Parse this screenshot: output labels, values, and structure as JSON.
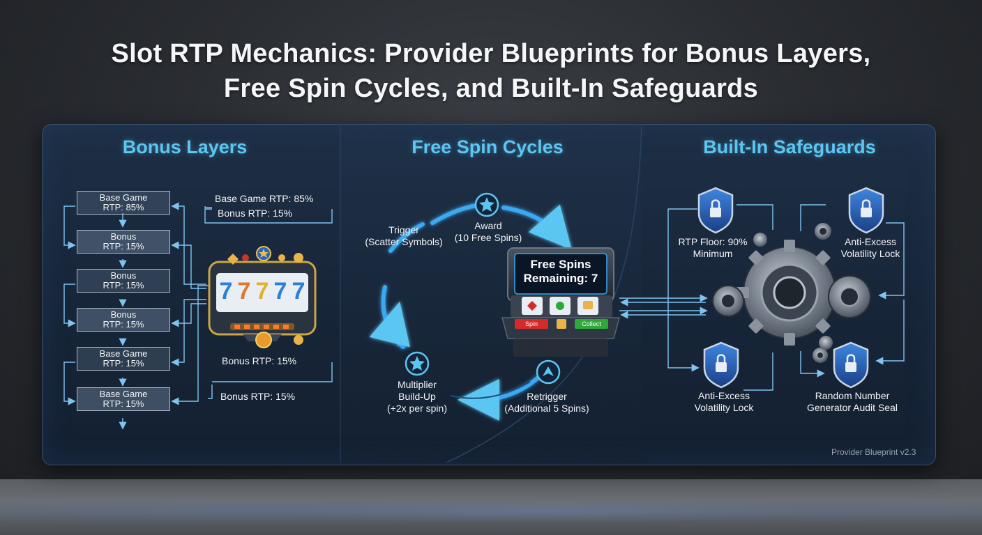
{
  "title_line1": "Slot RTP Mechanics: Provider Blueprints for Bonus Layers,",
  "title_line2": "Free Spin Cycles, and Built-In Safeguards",
  "sections": {
    "bonus": "Bonus Layers",
    "freespin": "Free Spin Cycles",
    "safeguards": "Built-In Safeguards"
  },
  "layers": [
    {
      "l1": "Base Game",
      "l2": "RTP: 85%"
    },
    {
      "l1": "Bonus",
      "l2": "RTP: 15%"
    },
    {
      "l1": "Bonus",
      "l2": "RTP: 15%"
    },
    {
      "l1": "Bonus",
      "l2": "RTP: 15%"
    },
    {
      "l1": "Base Game",
      "l2": "RTP: 15%"
    },
    {
      "l1": "Base Game",
      "l2": "RTP: 15%"
    }
  ],
  "bonus_labels": {
    "top1": "Base Game RTP: 85%",
    "top2": "Bonus RTP: 15%",
    "mid": "Bonus RTP: 15%",
    "bottom": "Bonus RTP: 15%"
  },
  "slot_reels": [
    "7",
    "7",
    "7",
    "7",
    "7"
  ],
  "cycle": {
    "trigger": {
      "l1": "Trigger",
      "l2": "(Scatter Symbols)"
    },
    "award": {
      "l1": "Award",
      "l2": "(10 Free Spins)"
    },
    "multiplier": {
      "l1": "Multiplier",
      "l2": "Build-Up",
      "l3": "(+2x per spin)"
    },
    "retrigger": {
      "l1": "Retrigger",
      "l2": "(Additional 5 Spins)"
    }
  },
  "machine": {
    "screen_l1": "Free Spins",
    "screen_l2": "Remaining: 7",
    "spin_button": "Spin",
    "collect_button": "Collect"
  },
  "safeguards": {
    "floor": {
      "l1": "RTP Floor: 90%",
      "l2": "Minimum"
    },
    "lock_top": {
      "l1": "Anti-Excess",
      "l2": "Volatility Lock"
    },
    "lock_bottom": {
      "l1": "Anti-Excess",
      "l2": "Volatility Lock"
    },
    "rng": {
      "l1": "Random Number",
      "l2": "Generator Audit Seal"
    }
  },
  "footer": "Provider Blueprint v2.3",
  "colors": {
    "accent": "#5cc6f2",
    "glow": "#3aa8f0",
    "panel": "#172538",
    "spin_red": "#d62a2a",
    "collect_green": "#2fa83a"
  }
}
